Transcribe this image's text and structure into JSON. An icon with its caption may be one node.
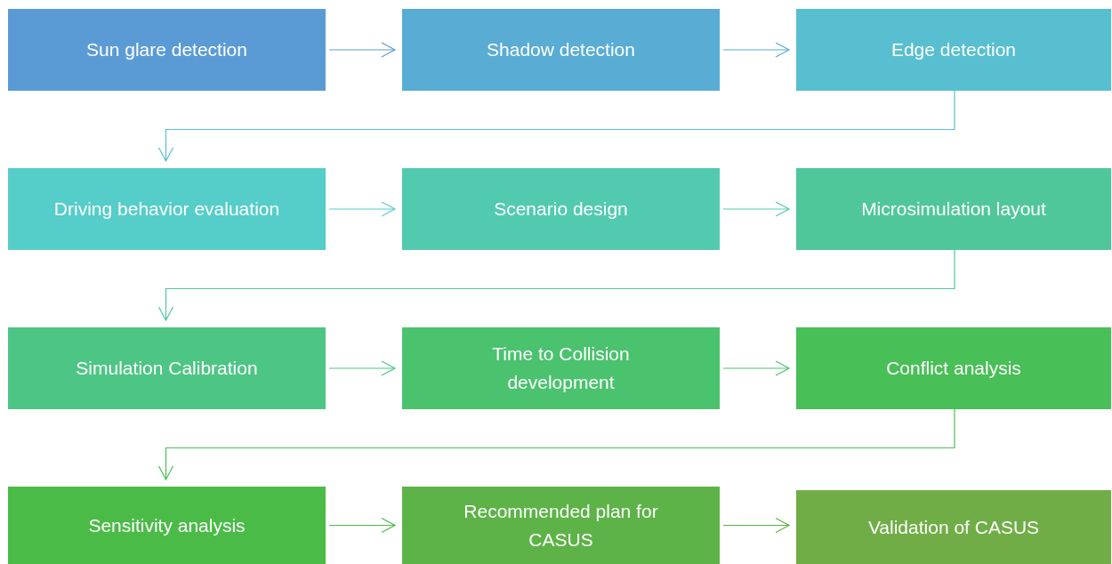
{
  "diagram": {
    "nodes": [
      {
        "text": [
          "Sun glare detection"
        ]
      },
      {
        "text": [
          "Shadow detection"
        ]
      },
      {
        "text": [
          "Edge detection"
        ]
      },
      {
        "text": [
          "Driving behavior evaluation"
        ]
      },
      {
        "text": [
          "Scenario design"
        ]
      },
      {
        "text": [
          "Microsimulation layout"
        ]
      },
      {
        "text": [
          "Simulation Calibration"
        ]
      },
      {
        "text": [
          "Time to Collision development"
        ]
      },
      {
        "text": [
          "Conflict analysis"
        ]
      },
      {
        "text": [
          "Sensitivity analysis"
        ]
      },
      {
        "text": [
          "Recommended plan for CASUS"
        ]
      },
      {
        "text": [
          "Validation of CASUS"
        ]
      }
    ],
    "edges": [
      {
        "from": 0,
        "to": 1,
        "arrow": "to",
        "color": "#5b9bd5"
      },
      {
        "from": 1,
        "to": 2,
        "arrow": "to",
        "color": "#59acd3"
      },
      {
        "from": 2,
        "to": 3,
        "arrow": "to",
        "color": "#57bfd0"
      },
      {
        "from": 3,
        "to": 4,
        "arrow": "to",
        "color": "#55cdc9"
      },
      {
        "from": 4,
        "to": 5,
        "arrow": "to",
        "color": "#52cab0"
      },
      {
        "from": 5,
        "to": 6,
        "arrow": "to",
        "color": "#50c79a"
      },
      {
        "from": 6,
        "to": 7,
        "arrow": "to",
        "color": "#4dc584"
      },
      {
        "from": 7,
        "to": 8,
        "arrow": "to",
        "color": "#4bc26e"
      },
      {
        "from": 8,
        "to": 9,
        "arrow": "to",
        "color": "#49bf57"
      },
      {
        "from": 9,
        "to": 10,
        "arrow": "to",
        "color": "#4bbb48"
      },
      {
        "from": 10,
        "to": 11,
        "arrow": "to",
        "color": "#5db347"
      }
    ]
  }
}
